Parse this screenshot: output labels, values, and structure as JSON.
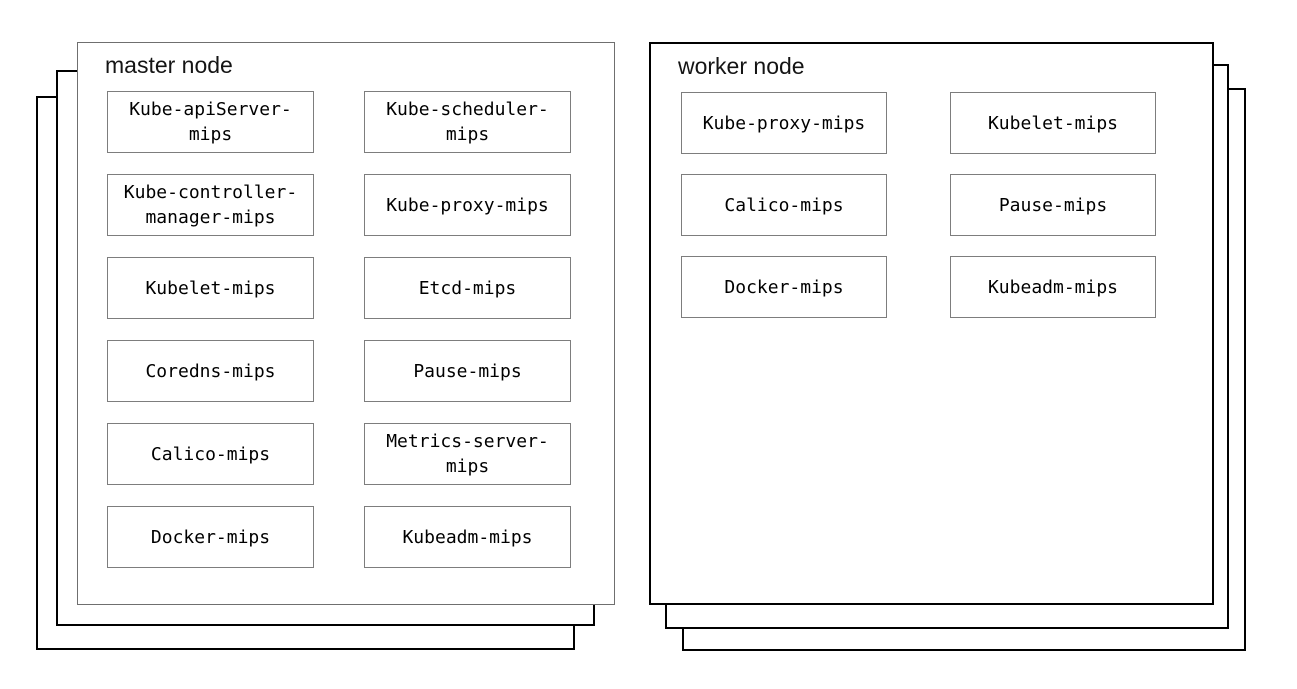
{
  "nodes": [
    {
      "id": "master-node",
      "title": "master node",
      "stack_layers": 3,
      "stack_offset_direction": "bottom-left",
      "boxes": [
        "Kube-apiServer-\nmips",
        "Kube-scheduler-\nmips",
        "Kube-controller-\nmanager-mips",
        "Kube-proxy-mips",
        "Kubelet-mips",
        "Etcd-mips",
        "Coredns-mips",
        "Pause-mips",
        "Calico-mips",
        "Metrics-server-\nmips",
        "Docker-mips",
        "Kubeadm-mips"
      ]
    },
    {
      "id": "worker-node",
      "title": "worker node",
      "stack_layers": 3,
      "stack_offset_direction": "bottom-right",
      "boxes": [
        "Kube-proxy-mips",
        "Kubelet-mips",
        "Calico-mips",
        "Pause-mips",
        "Docker-mips",
        "Kubeadm-mips"
      ]
    }
  ],
  "colors": {
    "background": "#ffffff",
    "sheet_border": "#000000",
    "master_panel_border": "#6f6f6f",
    "worker_panel_border": "#000000",
    "component_box_border": "#7d7d7d",
    "text": "#000000"
  }
}
